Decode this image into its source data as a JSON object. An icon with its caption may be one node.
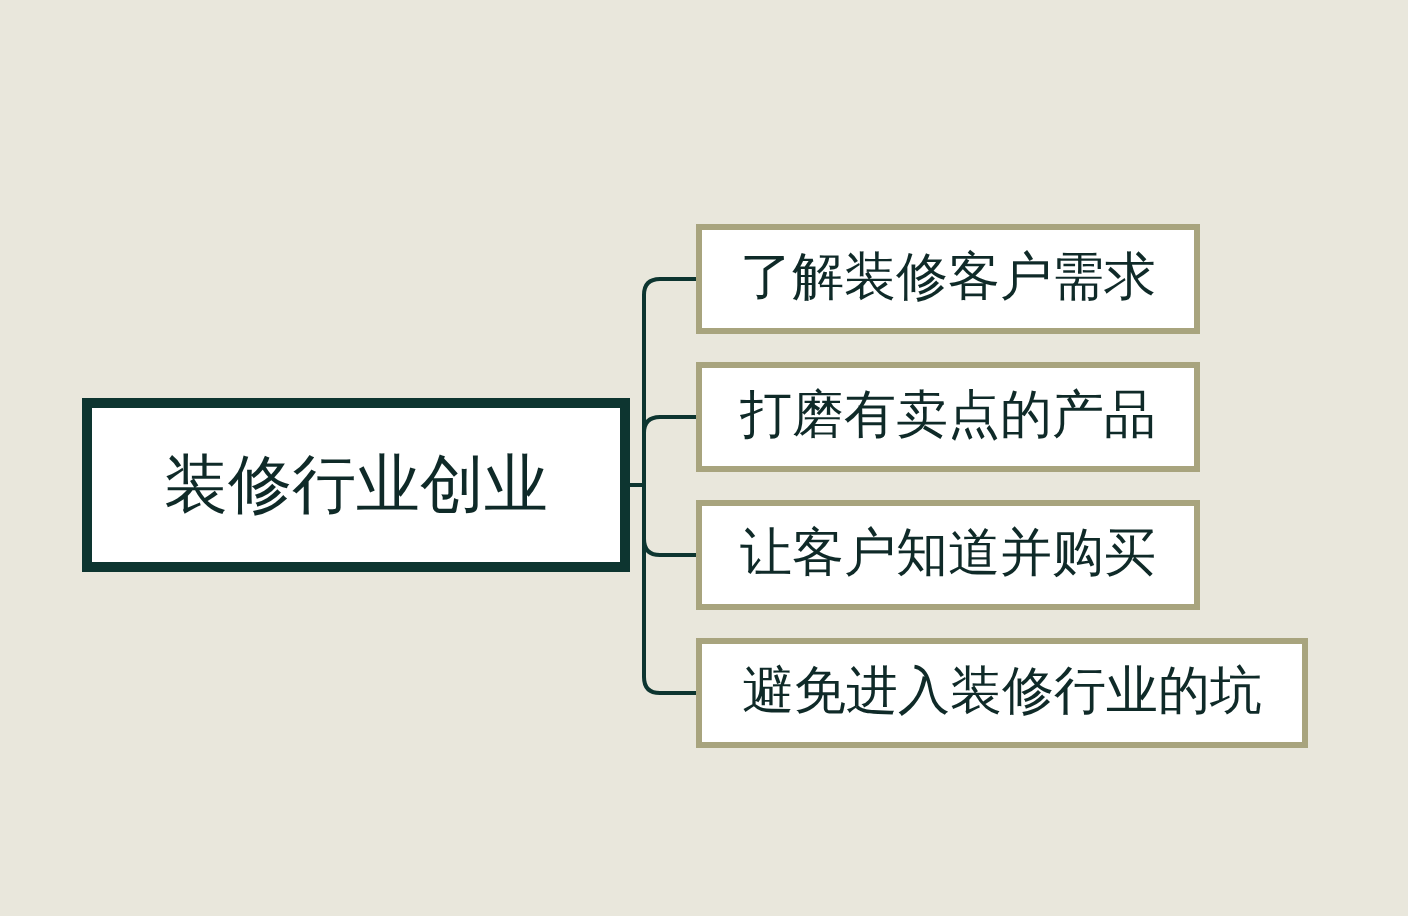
{
  "diagram": {
    "nodes": [
      {
        "text": [
          "装修行业创业"
        ]
      },
      {
        "text": [
          "了解装修客户需求"
        ]
      },
      {
        "text": [
          "打磨有卖点的产品"
        ]
      },
      {
        "text": [
          "让客户知道并购买"
        ]
      },
      {
        "text": [
          "避免进入装修行业的坑"
        ]
      }
    ],
    "edges": [
      {
        "from": 0,
        "to": 1,
        "arrow": "none"
      },
      {
        "from": 0,
        "to": 2,
        "arrow": "none"
      },
      {
        "from": 0,
        "to": 3,
        "arrow": "none"
      },
      {
        "from": 0,
        "to": 4,
        "arrow": "none"
      }
    ]
  }
}
